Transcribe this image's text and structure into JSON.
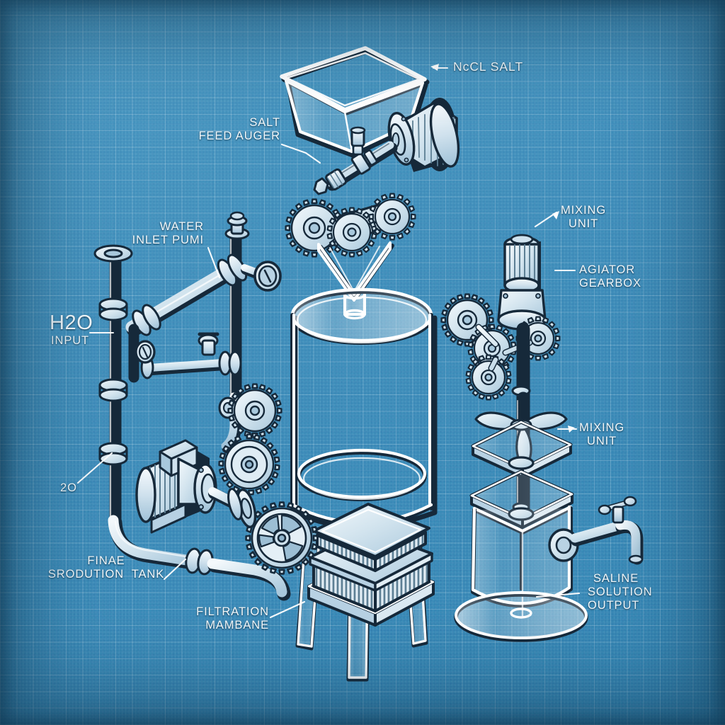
{
  "diagram": {
    "style": "blueprint",
    "title_present": false,
    "background_color": "#3f8dba",
    "grid_color": "#ffffff",
    "ink_color": "#ffffff",
    "shadow_color": "#16293a",
    "subject": "saline solution production system exploded isometric schematic"
  },
  "labels": {
    "nacl_salt": "NcCL SALT",
    "salt_feed_auger_l1": "SALT",
    "salt_feed_auger_l2": "FEED AUGER",
    "water_inlet_pump_l1": "WATER",
    "water_inlet_pump_l2": "INLET PUMI",
    "h2o": "H2O",
    "h2o_input": "INPUT",
    "two_o": "2O",
    "final_tank_l1": "FINAE",
    "final_tank_l2": "SRODUTION  TANK",
    "filtration_l1": "FILTRATION",
    "filtration_l2": "MAMBANE",
    "mixing_unit_top_l1": "MIXING",
    "mixing_unit_top_l2": "UNIT",
    "agitator_gearbox_l1": "AGIATOR",
    "agitator_gearbox_l2": "GEARBOX",
    "mixing_unit_mid_l1": "MIXING",
    "mixing_unit_mid_l2": "UNIT",
    "saline_output_l1": "SALINE",
    "saline_output_l2": "SOLUTION",
    "saline_output_l3": "OUTPUT"
  },
  "components": [
    {
      "id": "salt-hopper",
      "name": "square salt hopper"
    },
    {
      "id": "auger-motor",
      "name": "ribbed electric auger motor"
    },
    {
      "id": "auger-gear-train",
      "name": "spur gear train"
    },
    {
      "id": "transfer-funnel",
      "name": "conical transfer funnel"
    },
    {
      "id": "main-tank",
      "name": "cylindrical production tank"
    },
    {
      "id": "filtration-stack",
      "name": "stacked mesh filtration membranes"
    },
    {
      "id": "tank-legs",
      "name": "three tank support legs"
    },
    {
      "id": "inlet-piping",
      "name": "water inlet pipe manifold with flanges"
    },
    {
      "id": "pressure-gauges",
      "name": "round dial pressure gauges"
    },
    {
      "id": "hand-valve",
      "name": "hand wheel valve"
    },
    {
      "id": "pump-motor",
      "name": "water inlet pump motor with coupling"
    },
    {
      "id": "drive-gears",
      "name": "large spoked drive gears"
    },
    {
      "id": "agitator-motor",
      "name": "agitator gearbox motor"
    },
    {
      "id": "agitator-gear-cluster",
      "name": "agitator gear cluster"
    },
    {
      "id": "impeller",
      "name": "three blade mixing impeller"
    },
    {
      "id": "mixing-tank",
      "name": "exploded cube mixing tank"
    },
    {
      "id": "outlet-faucet",
      "name": "outlet faucet spigot"
    },
    {
      "id": "base-disc",
      "name": "circular base pedestal"
    }
  ]
}
